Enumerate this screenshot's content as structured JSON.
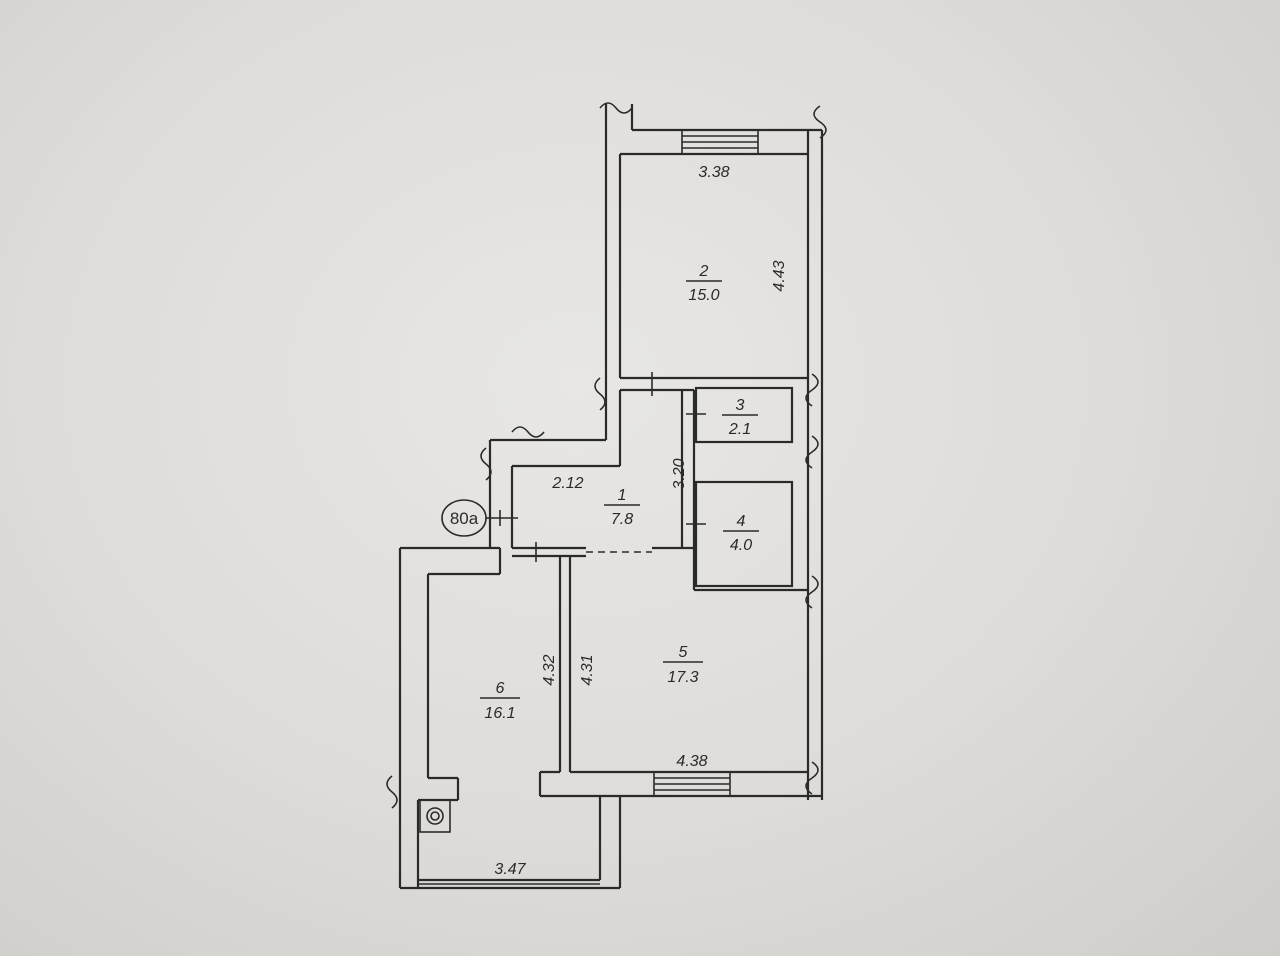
{
  "plan": {
    "apartment_marker": "80а",
    "rooms": [
      {
        "id": "r1",
        "number": "1",
        "area": "7.8"
      },
      {
        "id": "r2",
        "number": "2",
        "area": "15.0"
      },
      {
        "id": "r3",
        "number": "3",
        "area": "2.1"
      },
      {
        "id": "r4",
        "number": "4",
        "area": "4.0"
      },
      {
        "id": "r5",
        "number": "5",
        "area": "17.3"
      },
      {
        "id": "r6",
        "number": "6",
        "area": "16.1"
      }
    ],
    "dimensions": {
      "room2_width": "3.38",
      "room2_length": "4.43",
      "hall_width": "2.12",
      "hall_length": "3.20",
      "room5_width": "4.38",
      "room5_length": "4.31",
      "room6_length": "4.32",
      "room6_width": "3.47"
    }
  }
}
